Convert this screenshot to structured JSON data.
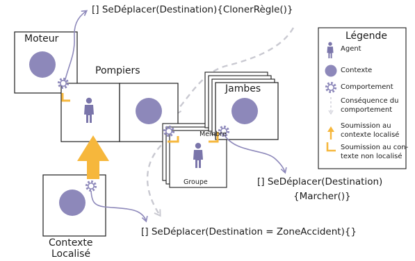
{
  "labels": {
    "moteur": "Moteur",
    "pompiers": "Pompiers",
    "jambes": "Jambes",
    "membre": "Membre",
    "groupe": "Groupe",
    "contexte_localise_line1": "Contexte",
    "contexte_localise_line2": "Localisé"
  },
  "actions": {
    "top": "[] SeDéplacer(Destination){ClonerRègle()}",
    "right_line1": "[] SeDéplacer(Destination)",
    "right_line2": "{Marcher()}",
    "bottom": "[] SeDéplacer(Destination = ZoneAccident){}"
  },
  "legend": {
    "title": "Légende",
    "items": [
      {
        "icon": "agent-icon",
        "text": "Agent"
      },
      {
        "icon": "context-icon",
        "text": "Contexte"
      },
      {
        "icon": "gear-icon",
        "text": "Comportement"
      },
      {
        "icon": "dashed-arrow-icon",
        "lines": [
          "Conséquence du",
          "comportement"
        ]
      },
      {
        "icon": "orange-arrow-icon",
        "lines": [
          "Soumission au",
          "contexte localisé"
        ]
      },
      {
        "icon": "orange-corner-icon",
        "lines": [
          "Soumission au con-",
          "texte non localisé"
        ]
      }
    ]
  },
  "colors": {
    "context": "#8d88ba",
    "agent": "#7a75aa",
    "gear": "#8d88ba",
    "orange": "#f6b73c",
    "arrow": "#8d88ba",
    "dashed": "#c9c9d1"
  }
}
